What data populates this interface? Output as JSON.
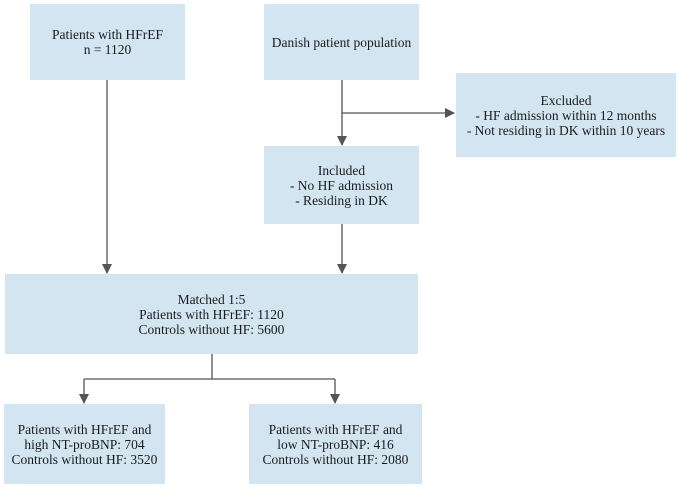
{
  "boxes": {
    "hfref": {
      "lines": [
        "Patients with HFrEF",
        "n = 1120"
      ]
    },
    "danish": {
      "lines": [
        "Danish patient population"
      ]
    },
    "excluded": {
      "lines": [
        "Excluded",
        "- HF admission within 12 months",
        "- Not residing in DK within 10 years"
      ]
    },
    "included": {
      "lines": [
        "Included",
        "- No HF admission",
        "- Residing in DK"
      ]
    },
    "matched": {
      "lines": [
        "Matched 1:5",
        "Patients with HFrEF: 1120",
        "Controls without HF: 5600"
      ]
    },
    "high": {
      "lines": [
        "Patients with HFrEF and",
        "high NT-proBNP: 704",
        "Controls without HF: 3520"
      ]
    },
    "low": {
      "lines": [
        "Patients with HFrEF and",
        "low NT-proBNP: 416",
        "Controls without HF: 2080"
      ]
    }
  },
  "colors": {
    "box_fill": "#d4e5f2",
    "connector": "#555555"
  }
}
